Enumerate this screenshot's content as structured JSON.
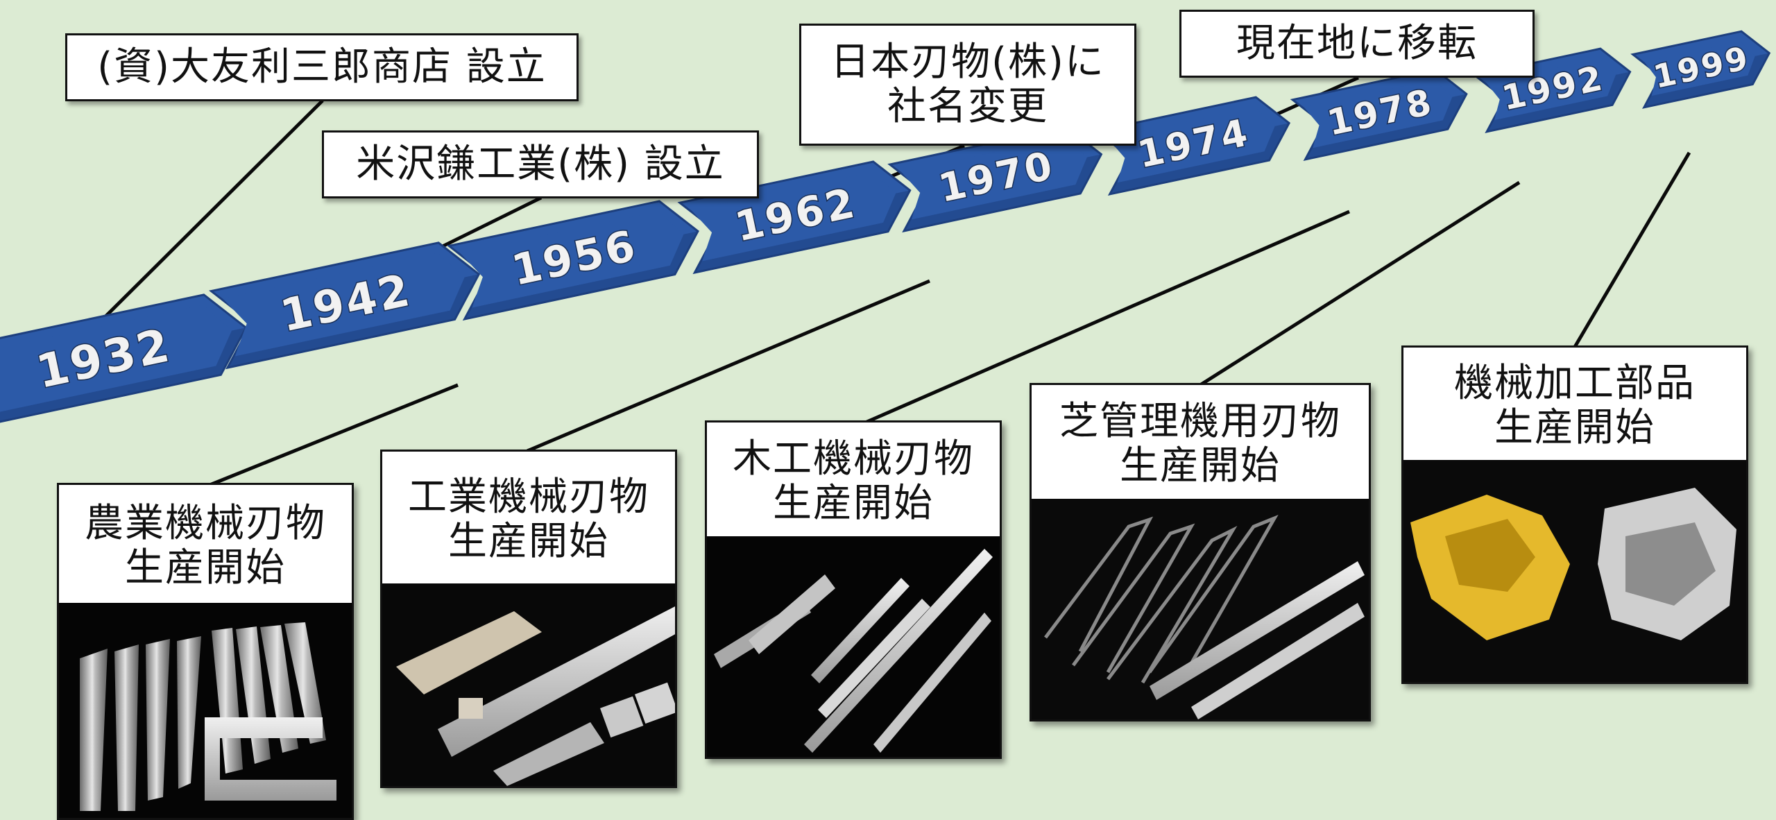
{
  "years": [
    {
      "label": "1932"
    },
    {
      "label": "1942"
    },
    {
      "label": "1956"
    },
    {
      "label": "1962"
    },
    {
      "label": "1970"
    },
    {
      "label": "1974"
    },
    {
      "label": "1978"
    },
    {
      "label": "1992"
    },
    {
      "label": "1999"
    }
  ],
  "events_top": [
    {
      "text": "(資)大友利三郎商店 設立"
    },
    {
      "text": "米沢鎌工業(株) 設立"
    },
    {
      "text": "日本刃物(株)に\n社名変更"
    },
    {
      "text": "現在地に移転"
    }
  ],
  "events_bottom": [
    {
      "title": "農業機械刃物\n生産開始",
      "photo_icon": "agricultural-blades-photo"
    },
    {
      "title": "工業機械刃物\n生産開始",
      "photo_icon": "industrial-blades-photo"
    },
    {
      "title": "木工機械刃物\n生産開始",
      "photo_icon": "woodworking-blades-photo"
    },
    {
      "title": "芝管理機用刃物\n生産開始",
      "photo_icon": "turf-blades-photo"
    },
    {
      "title": "機械加工部品\n生産開始",
      "photo_icon": "machined-parts-photo"
    }
  ],
  "colors": {
    "background": "#dcebd3",
    "arrow_top": "#4a78c8",
    "arrow_face": "#2c5aa8",
    "arrow_dark": "#1d3f7e"
  }
}
